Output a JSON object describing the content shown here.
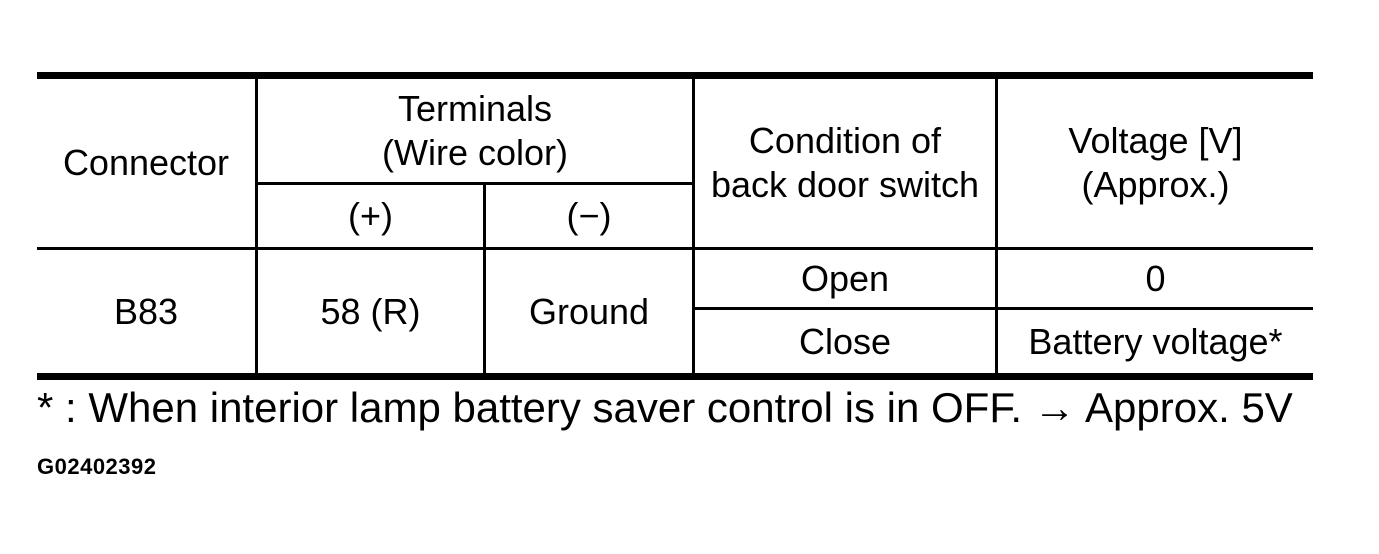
{
  "colors": {
    "background": "#ffffff",
    "text": "#000000",
    "border": "#000000"
  },
  "table": {
    "headers": {
      "connector": "Connector",
      "terminals": [
        "Terminals",
        "(Wire color)"
      ],
      "terminal_plus": "(+)",
      "terminal_minus": "(−)",
      "condition": [
        "Condition of",
        "back door switch"
      ],
      "voltage": [
        "Voltage [V]",
        "(Approx.)"
      ]
    },
    "row": {
      "connector": "B83",
      "terminal_plus": "58 (R)",
      "terminal_minus": "Ground",
      "conditions": [
        {
          "condition": "Open",
          "voltage": "0"
        },
        {
          "condition": "Close",
          "voltage": "Battery voltage*"
        }
      ]
    }
  },
  "footnote": "* : When interior lamp battery saver control is in OFF. → Approx. 5V",
  "figure_id": "G02402392"
}
